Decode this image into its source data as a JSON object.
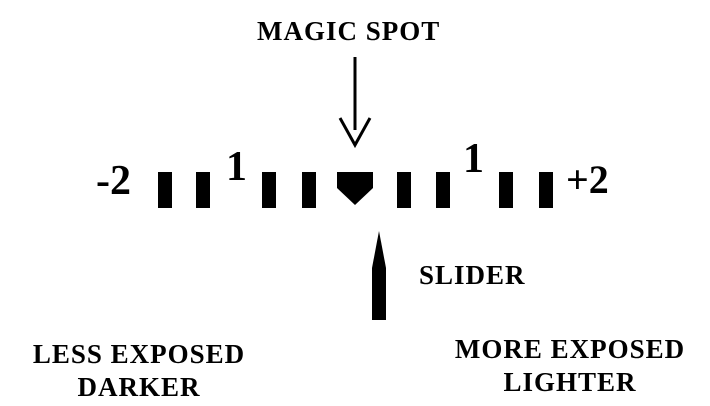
{
  "labels": {
    "magic_spot": "MAGIC SPOT",
    "slider": "SLIDER",
    "left_line1": "LESS EXPOSED",
    "left_line2": "DARKER",
    "right_line1": "MORE EXPOSED",
    "right_line2": "LIGHTER"
  },
  "scale": {
    "minus_two": "-2",
    "minus_one": "1",
    "plus_one": "1",
    "plus_two": "+2"
  },
  "colors": {
    "ink": "#000000",
    "background": "#ffffff"
  }
}
